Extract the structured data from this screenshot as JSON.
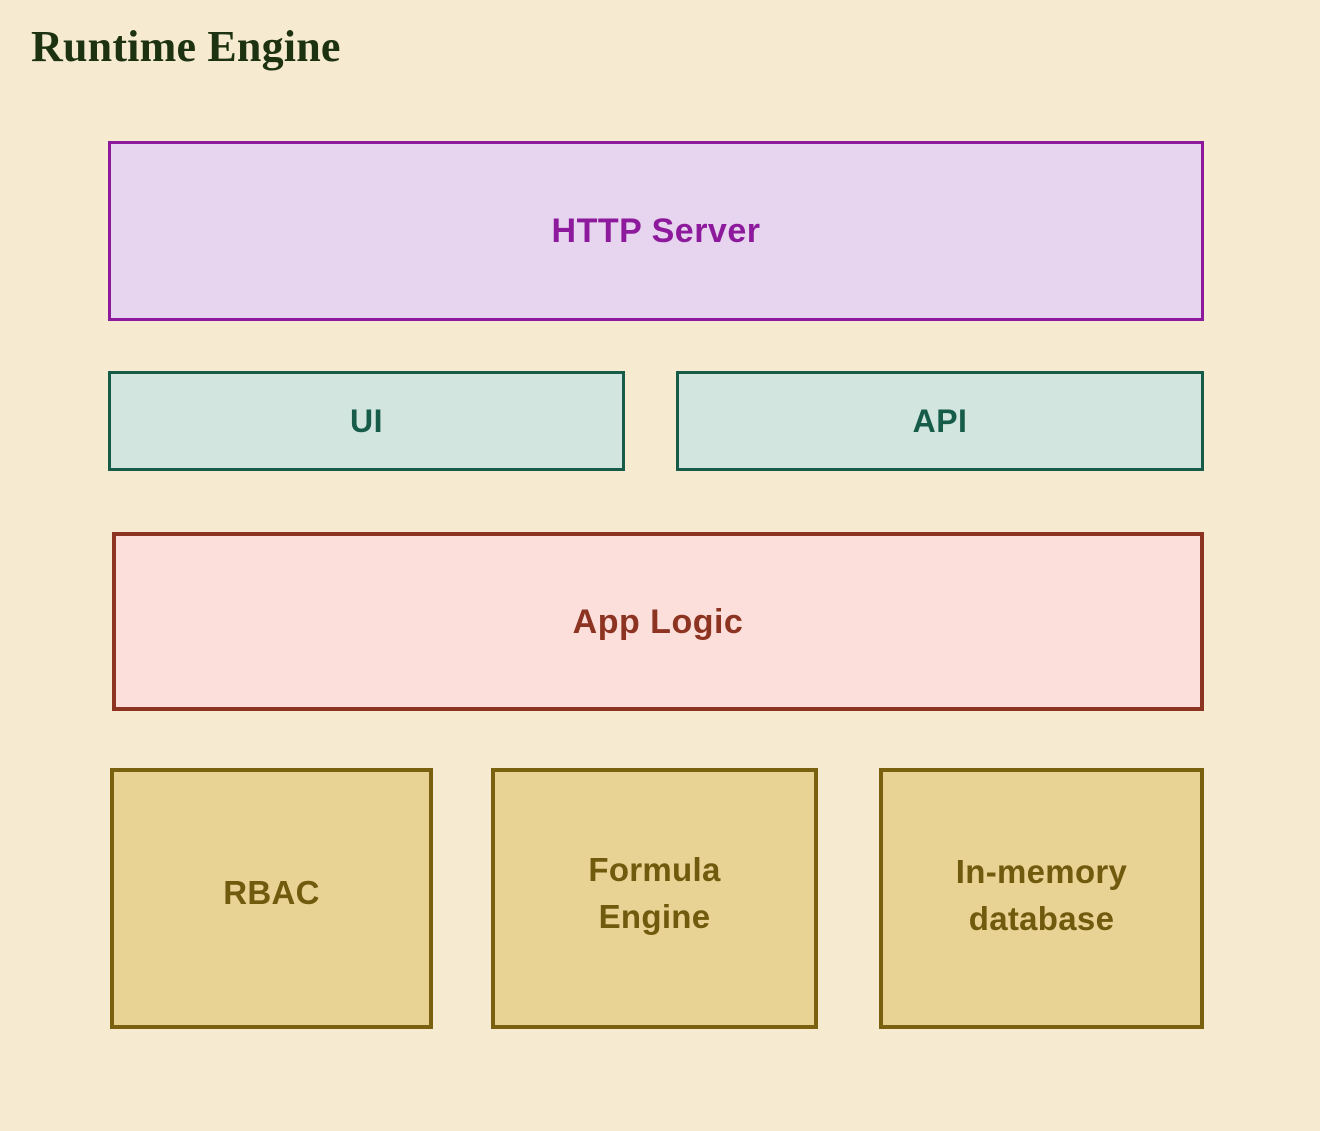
{
  "diagram": {
    "title": "Runtime Engine",
    "background_color": "#f6ead0",
    "title_color": "#1d3211",
    "tiers": [
      {
        "name": "http-layer",
        "nodes": [
          {
            "id": "http-server",
            "label": "HTTP Server",
            "fill": "#e7d4ee",
            "stroke": "#8d1a9c",
            "text_color": "#8d1a9c"
          }
        ]
      },
      {
        "name": "interface-layer",
        "nodes": [
          {
            "id": "ui",
            "label": "UI",
            "fill": "#d2e5df",
            "stroke": "#175b49",
            "text_color": "#175b49"
          },
          {
            "id": "api",
            "label": "API",
            "fill": "#d2e5df",
            "stroke": "#175b49",
            "text_color": "#175b49"
          }
        ]
      },
      {
        "name": "logic-layer",
        "nodes": [
          {
            "id": "app-logic",
            "label": "App Logic",
            "fill": "#fcdfda",
            "stroke": "#8c3322",
            "text_color": "#8c3322"
          }
        ]
      },
      {
        "name": "services-layer",
        "nodes": [
          {
            "id": "rbac",
            "label": "RBAC",
            "fill": "#e8d294",
            "stroke": "#7a6110",
            "text_color": "#6f5a0d"
          },
          {
            "id": "formula-engine",
            "label": "Formula\nEngine",
            "fill": "#e8d294",
            "stroke": "#7a6110",
            "text_color": "#6f5a0d"
          },
          {
            "id": "in-memory-database",
            "label": "In-memory\ndatabase",
            "fill": "#e8d294",
            "stroke": "#7a6110",
            "text_color": "#6f5a0d"
          }
        ]
      }
    ]
  }
}
